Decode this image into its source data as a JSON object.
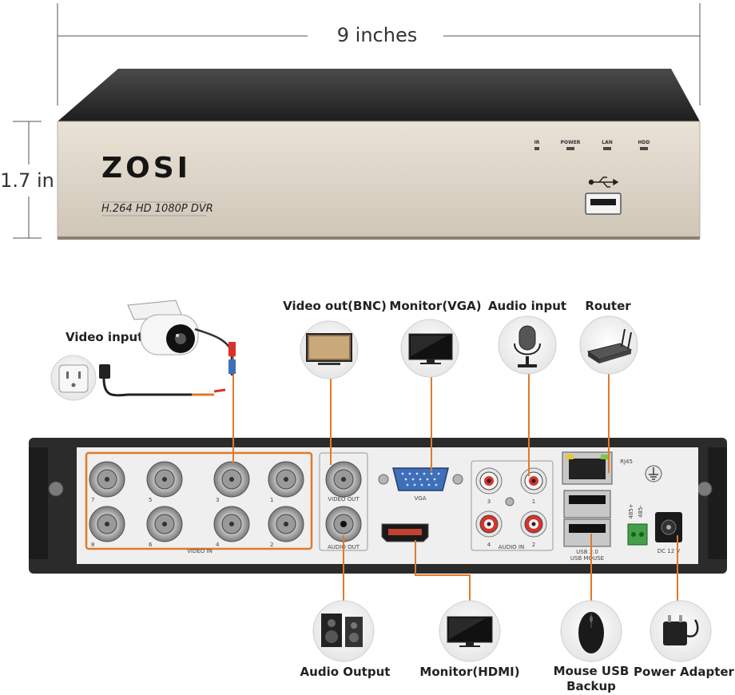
{
  "dimensions": {
    "width_label": "9 inches",
    "height_label": "1.7 in"
  },
  "front_panel": {
    "brand": "ZOSI",
    "model": "H.264 HD 1080P DVR",
    "indicators": [
      "IR",
      "POWER",
      "LAN",
      "HDD"
    ],
    "usb_icon": "usb-icon"
  },
  "rear_panel": {
    "bnc_numbers": [
      "7",
      "5",
      "3",
      "1",
      "8",
      "6",
      "4",
      "2"
    ],
    "video_in": "VIDEO IN",
    "video_out": "VIDEO OUT",
    "audio_out": "AUDIO OUT",
    "vga": "VGA",
    "audio_in": "AUDIO IN",
    "audio_in_numbers": [
      "3",
      "1",
      "4",
      "2"
    ],
    "rj45": "RJ45",
    "usb20": "USB 2.0",
    "usb_mouse": "USB MOUSE",
    "rs485": [
      "485+",
      "485-"
    ],
    "dc": "DC 12 V"
  },
  "connections": {
    "video_input": "Video input",
    "video_out_bnc": "Video out(BNC)",
    "monitor_vga": "Monitor(VGA)",
    "audio_input": "Audio input",
    "router": "Router",
    "audio_output": "Audio Output",
    "monitor_hdmi": "Monitor(HDMI)",
    "mouse_usb_backup": [
      "Mouse USB",
      "Backup"
    ],
    "power_adapter": "Power Adapter"
  },
  "colors": {
    "highlight": "#e07a2a",
    "panel": "#dcd4c8",
    "chassis": "#2a2a2a",
    "red": "#d8332a"
  }
}
